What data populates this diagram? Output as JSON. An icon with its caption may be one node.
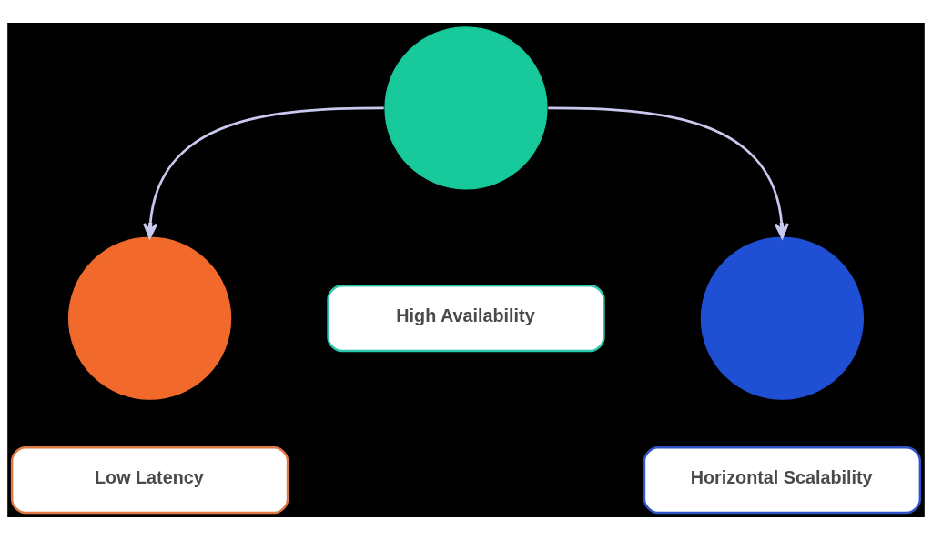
{
  "diagram": {
    "nodes": [
      {
        "text": [],
        "shape": "circle"
      },
      {
        "text": [
          "High Availability"
        ]
      },
      {
        "text": [],
        "shape": "circle"
      },
      {
        "text": [],
        "shape": "circle"
      },
      {
        "text": [
          "Low Latency"
        ]
      },
      {
        "text": [
          "Horizontal Scalability"
        ]
      }
    ],
    "edges": [
      {
        "from": 0,
        "to": 2,
        "arrow": "to"
      },
      {
        "from": 0,
        "to": 3,
        "arrow": "to"
      }
    ]
  }
}
